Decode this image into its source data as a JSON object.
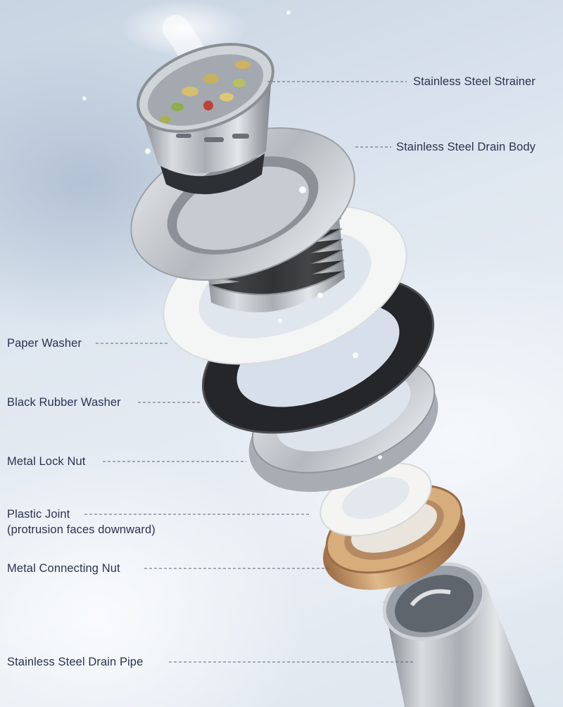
{
  "labels": {
    "strainer": "Stainless Steel Strainer",
    "drain_body": "Stainless Steel Drain Body",
    "paper_washer": "Paper Washer",
    "rubber_washer": "Black Rubber Washer",
    "lock_nut": "Metal Lock Nut",
    "plastic_joint_line1": "Plastic Joint",
    "plastic_joint_line2": "(protrusion faces downward)",
    "connecting_nut": "Metal Connecting Nut",
    "drain_pipe": "Stainless Steel Drain Pipe"
  },
  "colors": {
    "label_text": "#2b3350",
    "leader_line": "#5a6278",
    "steel": "#b9bec4",
    "rubber": "#2a2c30",
    "paper": "#f2f2f0",
    "brass": "#c89a6a"
  }
}
